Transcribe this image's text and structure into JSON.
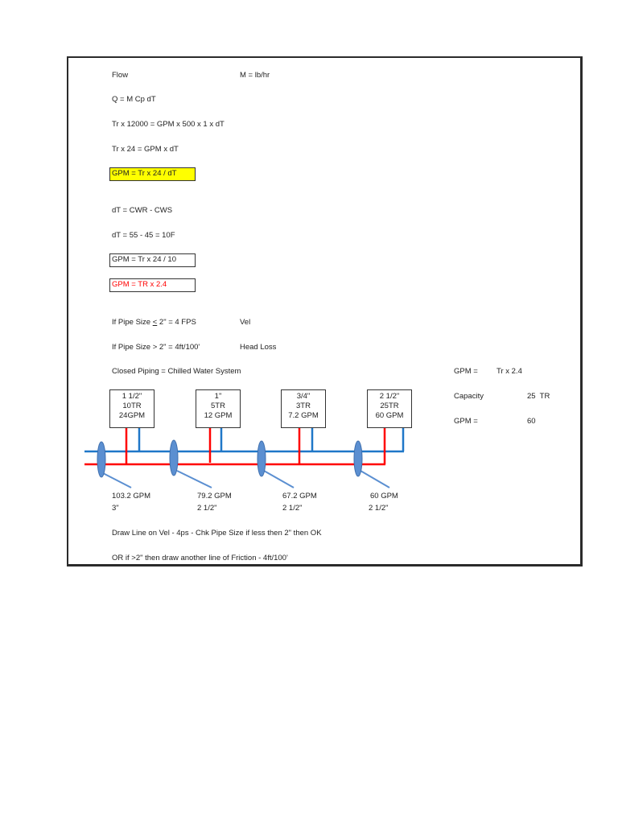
{
  "formulas": {
    "flow_label": "Flow",
    "mass_def": "M = lb/hr",
    "q_eq": "Q = M Cp dT",
    "tr_eq1": "Tr x 12000 = GPM x 500 x 1 x dT",
    "tr_eq2": "Tr x 24 = GPM x dT",
    "gpm_highlight": "GPM = Tr x 24 / dT",
    "dt_def": "dT = CWR - CWS",
    "dt_val": "dT = 55 - 45 = 10F",
    "gpm_boxed": "GPM = Tr x 24 / 10",
    "gpm_red": "GPM = TR x 2.4",
    "pipe_rule1_pre": "If Pipe Size ",
    "pipe_rule1_sym": "<",
    "pipe_rule1_post": " 2\" = 4 FPS",
    "pipe_rule1_tag": "Vel",
    "pipe_rule2": "If Pipe Size > 2\" = 4ft/100'",
    "pipe_rule2_tag": "Head Loss",
    "closed_piping": "Closed Piping = Chilled Water System"
  },
  "side_calc": {
    "gpm_label": "GPM =",
    "gpm_formula": "Tr x 2.4",
    "capacity_label": "Capacity",
    "capacity_value": "25  TR",
    "gpm_label2": "GPM =",
    "gpm_value": "60"
  },
  "units": [
    {
      "size": "1 1/2\"",
      "tr": "10TR",
      "gpm": "24GPM"
    },
    {
      "size": "1\"",
      "tr": "5TR",
      "gpm": "12 GPM"
    },
    {
      "size": "3/4\"",
      "tr": "3TR",
      "gpm": "7.2 GPM"
    },
    {
      "size": "2 1/2\"",
      "tr": "25TR",
      "gpm": "60 GPM"
    }
  ],
  "segments": [
    {
      "gpm": "103.2 GPM",
      "size": "3\""
    },
    {
      "gpm": "79.2 GPM",
      "size": "2 1/2\""
    },
    {
      "gpm": "67.2 GPM",
      "size": "2 1/2\""
    },
    {
      "gpm": "60 GPM",
      "size": "2 1/2\""
    }
  ],
  "notes": {
    "note1": "Draw Line on Vel - 4ps - Chk Pipe Size if less then 2\" then OK",
    "note2": "OR if >2\" then draw another line of Friction - 4ft/100'"
  },
  "colors": {
    "supply_pipe": "#1f77c8",
    "return_pipe": "#ff0000",
    "highlight": "#ffff00",
    "ellipse": "#5b8fd1"
  }
}
